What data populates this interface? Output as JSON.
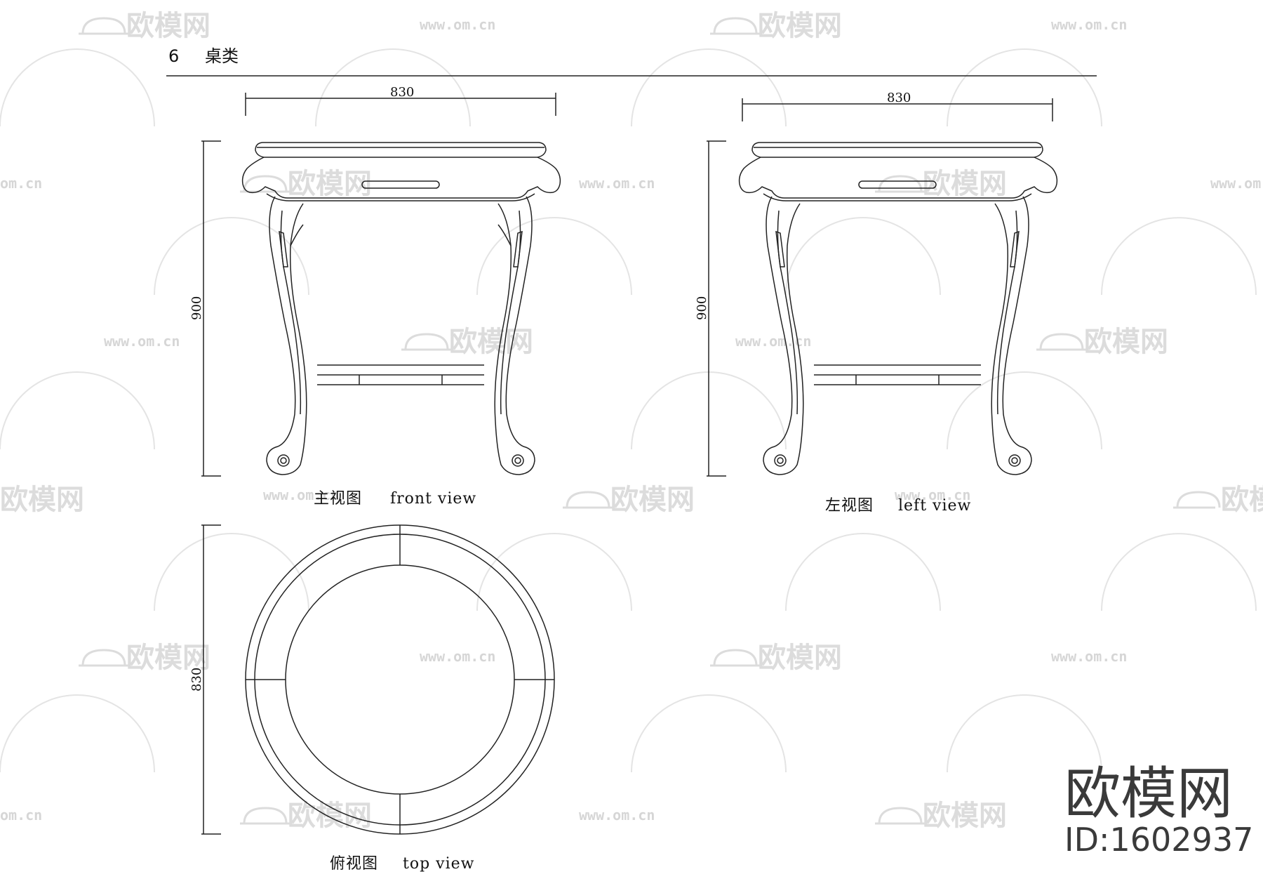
{
  "header": {
    "section_number": "6",
    "section_title": "桌类"
  },
  "views": {
    "front": {
      "caption_cn": "主视图",
      "caption_en": "front view",
      "width_dim": "830",
      "height_dim": "900"
    },
    "left": {
      "caption_cn": "左视图",
      "caption_en": "left view",
      "width_dim": "830",
      "height_dim": "900"
    },
    "top": {
      "caption_cn": "俯视图",
      "caption_en": "top view",
      "diameter_dim": "830"
    }
  },
  "watermark": {
    "logo_text": "欧模网",
    "url_text": "www.om.cn",
    "url_short": "om.cn",
    "color": "#d9d9d9"
  },
  "brand": {
    "name": "欧模网",
    "id_text": "ID:1602937",
    "color": "#3a3a3a"
  },
  "colors": {
    "line": "#222222",
    "background": "#ffffff"
  }
}
